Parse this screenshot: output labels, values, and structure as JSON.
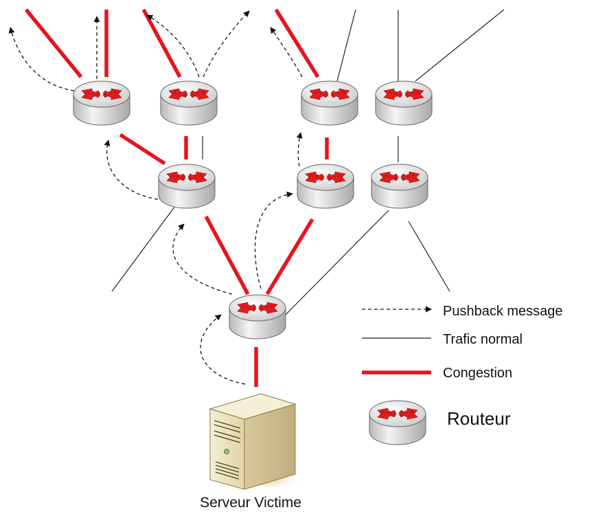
{
  "legend": {
    "pushback": "Pushback message",
    "normal": "Trafic normal",
    "congestion": "Congestion",
    "router": "Routeur"
  },
  "server": {
    "label": "Serveur Victime"
  },
  "colors": {
    "congestion": "#e8141c",
    "normal": "#222222",
    "pushback": "#111111",
    "router_body": "#d4d4d4",
    "router_arrow": "#e51b1b",
    "server_body": "#efe4c2"
  },
  "icons": {
    "router": "router-icon",
    "server": "server-icon"
  }
}
